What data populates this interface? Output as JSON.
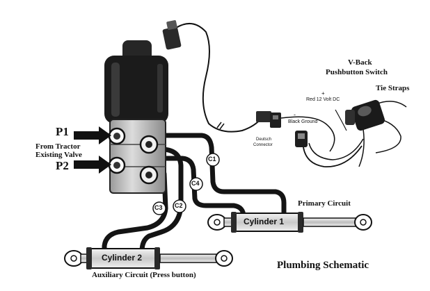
{
  "labels": {
    "p1": "P1",
    "p2": "P2",
    "from_tractor": "From Tractor",
    "existing_valve": "Existing Valve",
    "c1": "C1",
    "c2": "C2",
    "c3": "C3",
    "c4": "C4",
    "cylinder1": "Cylinder 1",
    "cylinder2": "Cylinder 2",
    "primary_circuit": "Primary Circuit",
    "auxiliary_circuit": "Auxiliary Circuit (Press button)",
    "title": "Plumbing Schematic",
    "vback_line1": "V-Back",
    "vback_line2": "Pushbutton Switch",
    "tie_straps": "Tie Straps",
    "red_12v": "Red 12 Volt DC",
    "plus": "+",
    "minus": "-",
    "black_ground": "Black Ground",
    "deutsch_line1": "Deutsch",
    "deutsch_line2": "Connector"
  },
  "colors": {
    "ink": "#111111",
    "hose": "#1a1a1a",
    "paper": "#ffffff",
    "cylinder_fill": "#e8e8e8",
    "valve_body": "#cfcfcf",
    "solenoid": "#1c1c1c"
  }
}
